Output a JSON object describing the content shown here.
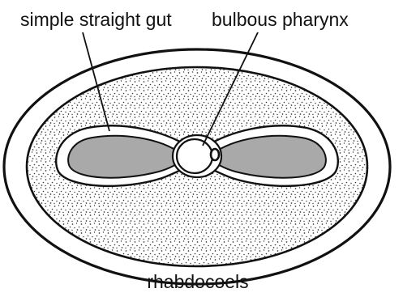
{
  "labels": {
    "gut": "simple straight gut",
    "pharynx": "bulbous pharynx",
    "caption": "rhabdocoels"
  },
  "colors": {
    "ink": "#111111",
    "stipple": "#3a3a3a",
    "gut_fill": "#a9a9a9",
    "background": "#ffffff"
  }
}
